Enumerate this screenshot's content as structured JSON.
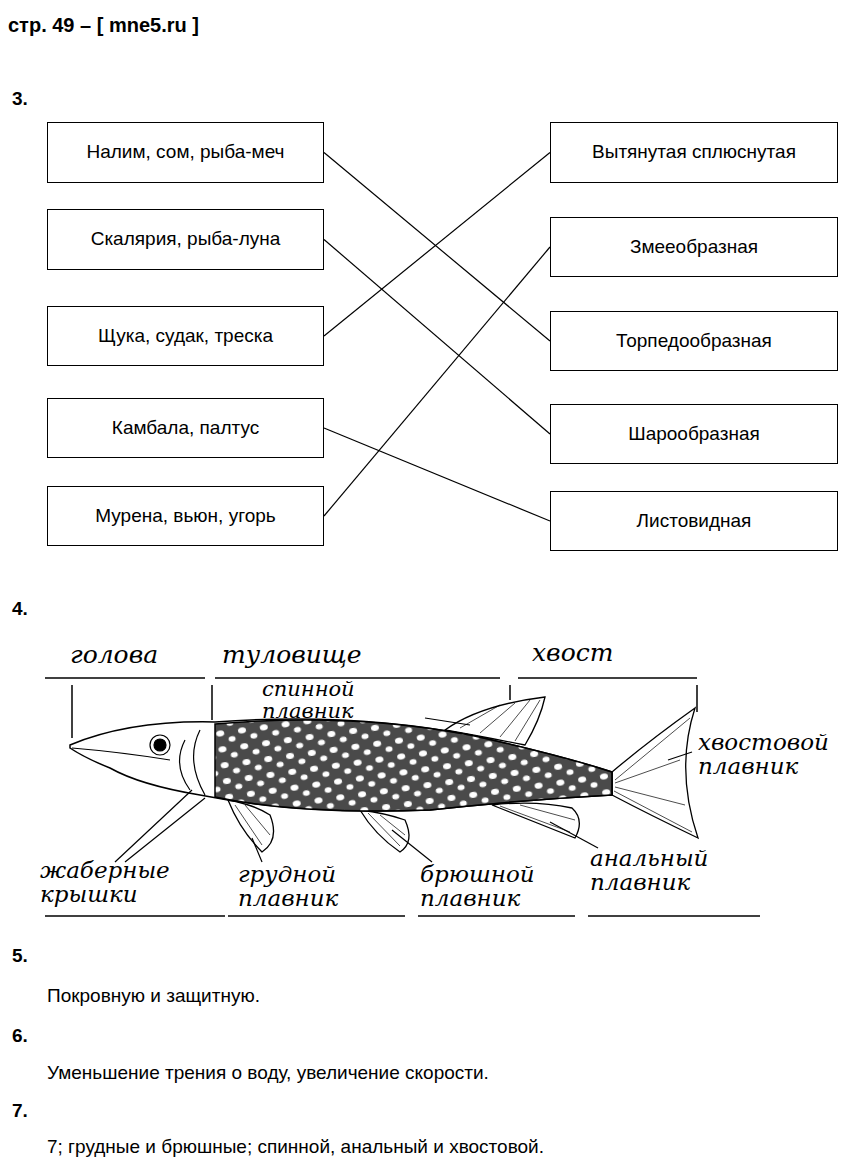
{
  "diagram": {
    "title": "стр. 49 – [ mne5.ru ]",
    "nodes": [
      {
        "text": [
          "Налим, сом, рыба-меч"
        ]
      },
      {
        "text": [
          "Вытянутая сплюснутая"
        ]
      },
      {
        "text": [
          "Скалярия, рыба-луна"
        ]
      },
      {
        "text": [
          "Змееобразная"
        ]
      },
      {
        "text": [
          "Щука, судак, треска"
        ]
      },
      {
        "text": [
          "Торпедообразная"
        ]
      },
      {
        "text": [
          "Камбала, палтус"
        ]
      },
      {
        "text": [
          "Шарообразная"
        ]
      },
      {
        "text": [
          "Мурена, вьюн, угорь"
        ]
      },
      {
        "text": [
          "Листовидная"
        ]
      }
    ],
    "edges": [
      {
        "from": 0,
        "to": 5,
        "arrow": "none"
      },
      {
        "from": 2,
        "to": 7,
        "arrow": "none"
      },
      {
        "from": 4,
        "to": 1,
        "arrow": "none"
      },
      {
        "from": 6,
        "to": 9,
        "arrow": "none"
      },
      {
        "from": 8,
        "to": 3,
        "arrow": "none"
      }
    ],
    "labels": [
      "3.",
      "4.",
      "голова",
      "туловище",
      "хвост",
      "спинной плавник",
      "хвостовой плавник",
      "жаберные крышки",
      "грудной плавник",
      "брюшной плавник",
      "анальный плавник",
      "5.",
      "Покровную и защитную.",
      "6.",
      "Уменьшение трения о воду, увеличение скорости.",
      "7.",
      "7; грудные и брюшные; спинной, анальный и хвостовой."
    ]
  }
}
